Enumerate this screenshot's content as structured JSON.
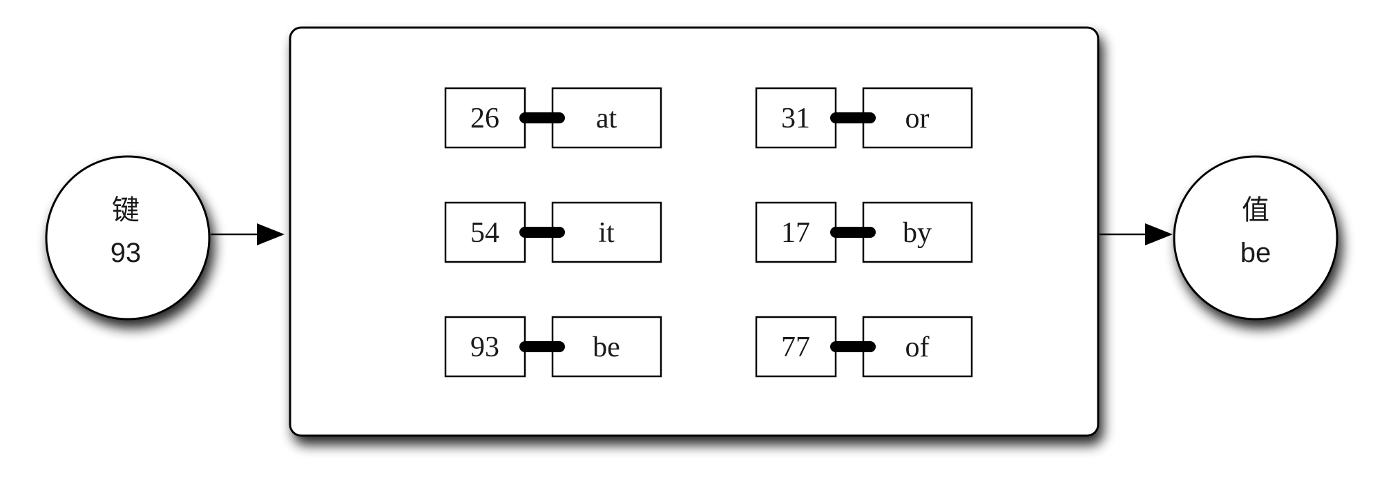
{
  "input": {
    "label": "键",
    "value": "93"
  },
  "output": {
    "label": "值",
    "value": "be"
  },
  "table": {
    "pairs": [
      {
        "key": "26",
        "value": "at"
      },
      {
        "key": "54",
        "value": "it"
      },
      {
        "key": "93",
        "value": "be"
      },
      {
        "key": "31",
        "value": "or"
      },
      {
        "key": "17",
        "value": "by"
      },
      {
        "key": "77",
        "value": "of"
      }
    ]
  }
}
